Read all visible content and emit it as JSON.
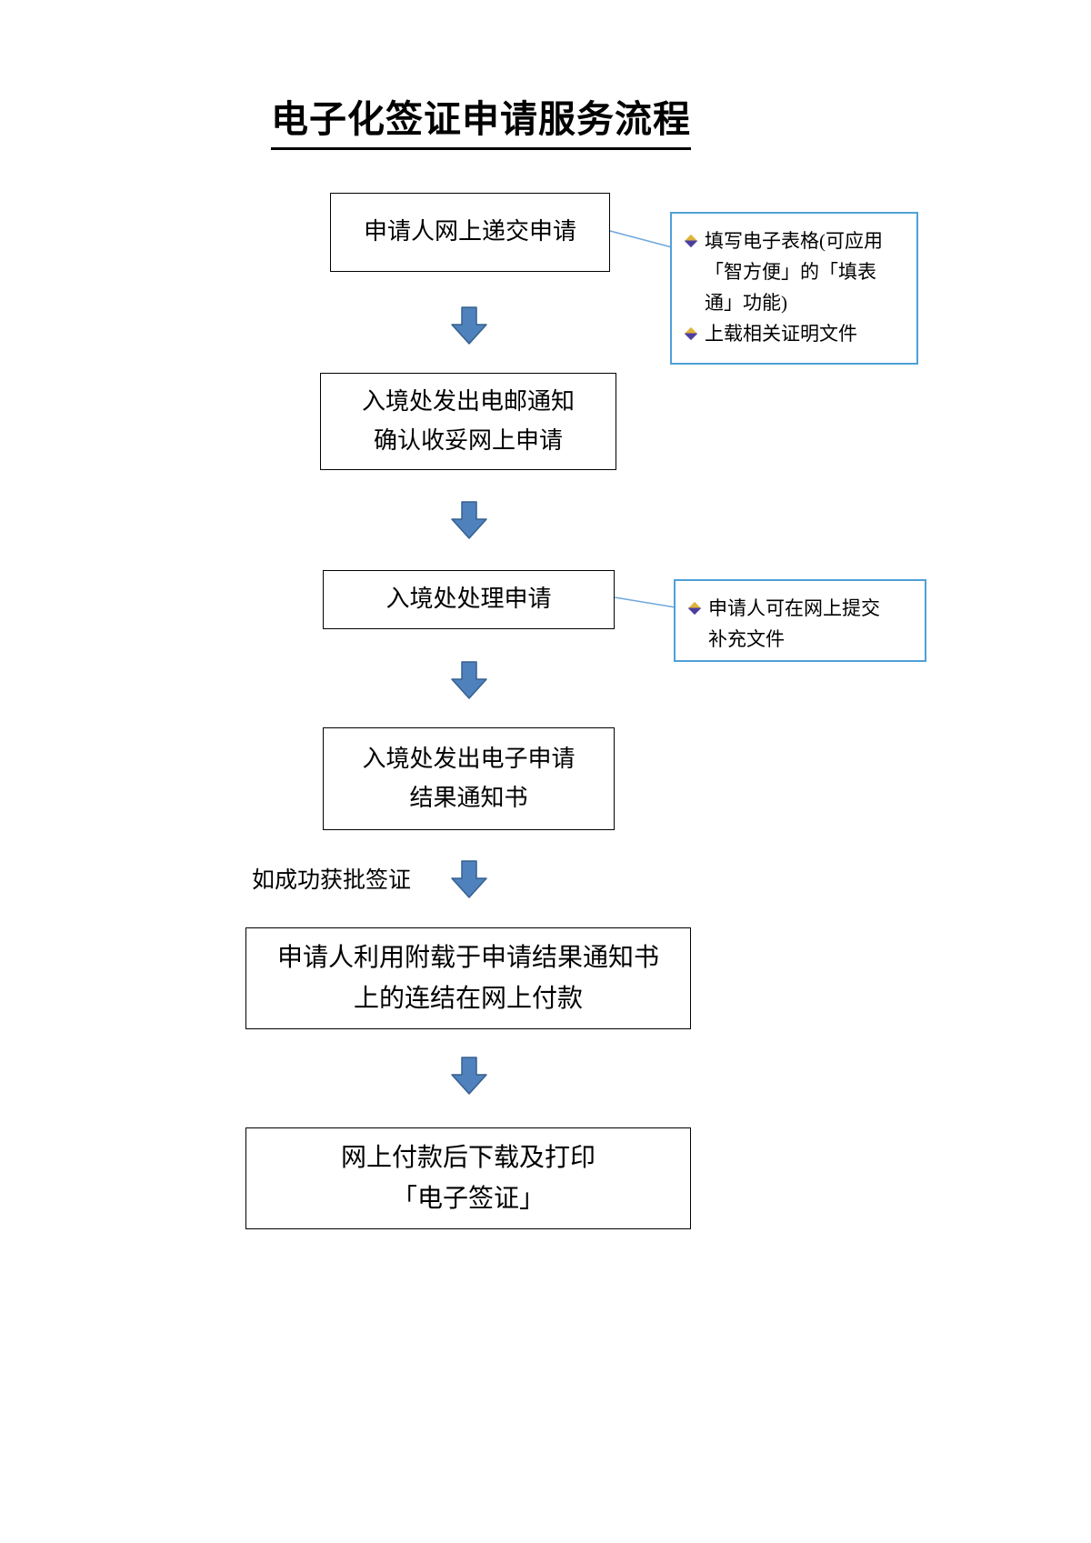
{
  "title": "电子化签证申请服务流程",
  "flow": {
    "step1": {
      "line1": "申请人网上递交申请"
    },
    "step2": {
      "line1": "入境处发出电邮通知",
      "line2": "确认收妥网上申请"
    },
    "step3": {
      "line1": "入境处处理申请"
    },
    "step4": {
      "line1": "入境处发出电子申请",
      "line2": "结果通知书"
    },
    "step5": {
      "line1": "申请人利用附载于申请结果通知书",
      "line2": "上的连结在网上付款"
    },
    "step6": {
      "line1": "网上付款后下载及打印",
      "line2": "「电子签证」"
    },
    "branch_label": "如成功获批签证"
  },
  "callout1": {
    "item1": "填写电子表格(可应用「智方便」的「填表通」功能)",
    "item2": "上载相关证明文件"
  },
  "callout2": {
    "item1": "申请人可在网上提交补充文件"
  },
  "colors": {
    "arrow_fill": "#4F81BD",
    "arrow_border": "#36608D",
    "callout_border": "#4FA0D8",
    "connector": "#6FA8DC",
    "box_border": "#000000"
  }
}
